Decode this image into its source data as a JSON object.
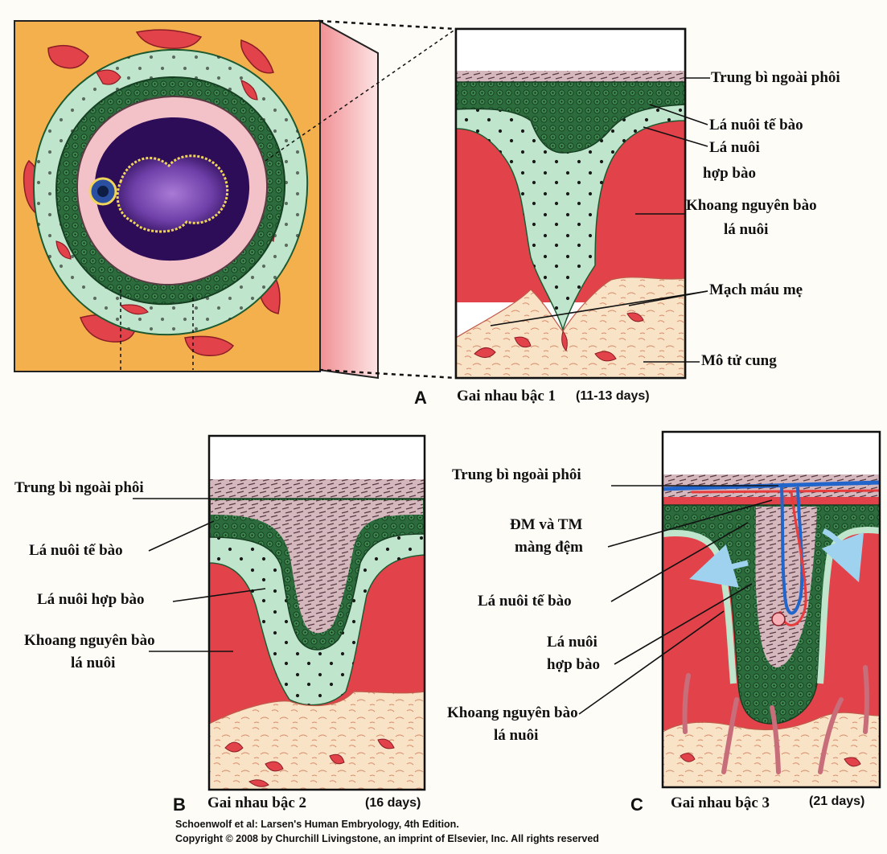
{
  "panel_a": {
    "letter": "A",
    "caption": "Gai nhau bậc 1",
    "days": "(11-13 days)",
    "labels": {
      "trung_bi": "Trung bì ngoài phôi",
      "la_nuoi_te_bao": "Lá nuôi tế bào",
      "la_nuoi_hop_bao_1": "Lá nuôi",
      "la_nuoi_hop_bao_2": "hợp bào",
      "khoang_1": "Khoang nguyên bào",
      "khoang_2": "lá nuôi",
      "mach_mau": "Mạch máu mẹ",
      "mo_tu_cung": "Mô tử cung"
    }
  },
  "panel_b": {
    "letter": "B",
    "caption": "Gai nhau bậc 2",
    "days": "(16 days)",
    "labels": {
      "trung_bi": "Trung bì ngoài phôi",
      "la_nuoi_te_bao": "Lá nuôi tế bào",
      "la_nuoi_hop_bao": "Lá nuôi hợp bào",
      "khoang_1": "Khoang nguyên bào",
      "khoang_2": "lá nuôi"
    }
  },
  "panel_c": {
    "letter": "C",
    "caption": "Gai nhau bậc 3",
    "days": "(21 days)",
    "labels": {
      "trung_bi": "Trung bì ngoài phôi",
      "dm_tm_1": "ĐM và TM",
      "dm_tm_2": "màng đệm",
      "la_nuoi_te_bao": "Lá nuôi tế bào",
      "la_nuoi_hop_bao_1": "Lá nuôi",
      "la_nuoi_hop_bao_2": "hợp bào",
      "khoang_1": "Khoang nguyên bào",
      "khoang_2": "lá nuôi"
    }
  },
  "credit": {
    "line1": "Schoenwolf et al: Larsen's Human Embryology, 4th Edition.",
    "line2": "Copyright © 2008 by Churchill Livingstone, an imprint of Elsevier, Inc. All rights reserved"
  },
  "colors": {
    "lacunae_red": "#e2434a",
    "syncytio_green": "#bfe6cc",
    "cyto_dark_green": "#1e5a31",
    "mesoderm_pink": "#cdb3ba",
    "uterine_tissue": "#f7e0c0",
    "endometrium_orange": "#f5b04e",
    "artery_red": "#e83c3c",
    "vein_blue": "#2266cc"
  }
}
